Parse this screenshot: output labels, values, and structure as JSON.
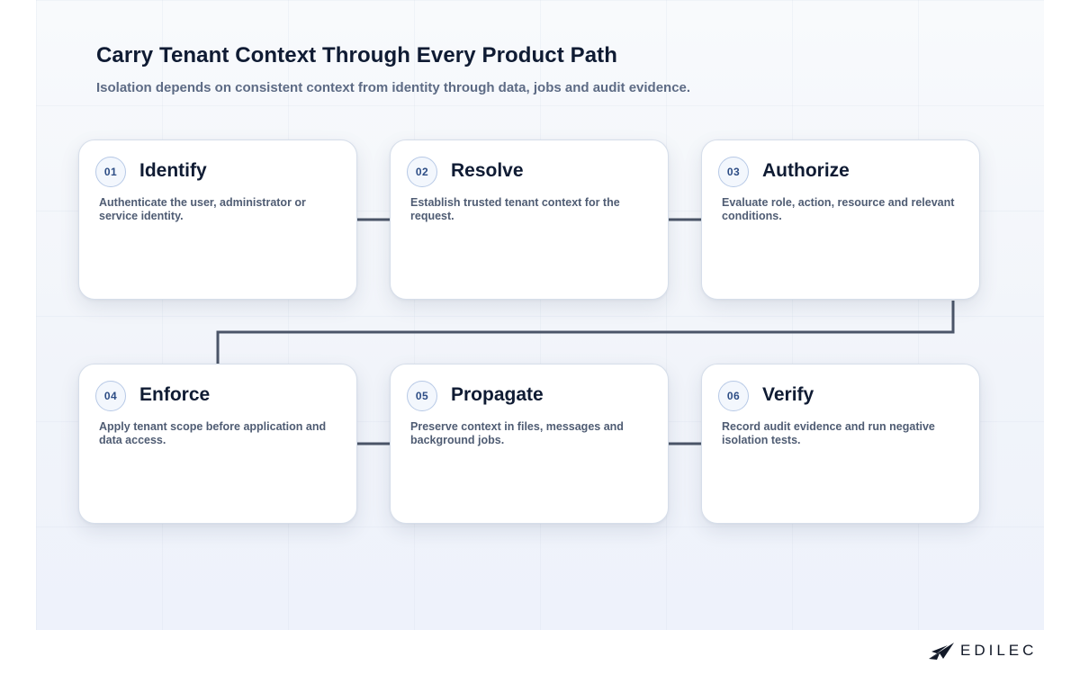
{
  "title": "Carry Tenant Context Through Every Product Path",
  "subtitle": "Isolation depends on consistent context from identity through data, jobs and audit evidence.",
  "steps": [
    {
      "number": "01",
      "title": "Identify",
      "description": "Authenticate the user, administrator or service identity."
    },
    {
      "number": "02",
      "title": "Resolve",
      "description": "Establish trusted tenant context for the request."
    },
    {
      "number": "03",
      "title": "Authorize",
      "description": "Evaluate role, action, resource and relevant conditions."
    },
    {
      "number": "04",
      "title": "Enforce",
      "description": "Apply tenant scope before application and data access."
    },
    {
      "number": "05",
      "title": "Propagate",
      "description": "Preserve context in files, messages and background jobs."
    },
    {
      "number": "06",
      "title": "Verify",
      "description": "Record audit evidence and run negative isolation tests."
    }
  ],
  "logo": {
    "text": "EDILEC",
    "icon": "paper-plane-icon"
  },
  "colors": {
    "connector": "#4b5568",
    "badge_border": "#b7c9e6",
    "badge_text": "#2d4d85",
    "title_text": "#0f1b33"
  }
}
